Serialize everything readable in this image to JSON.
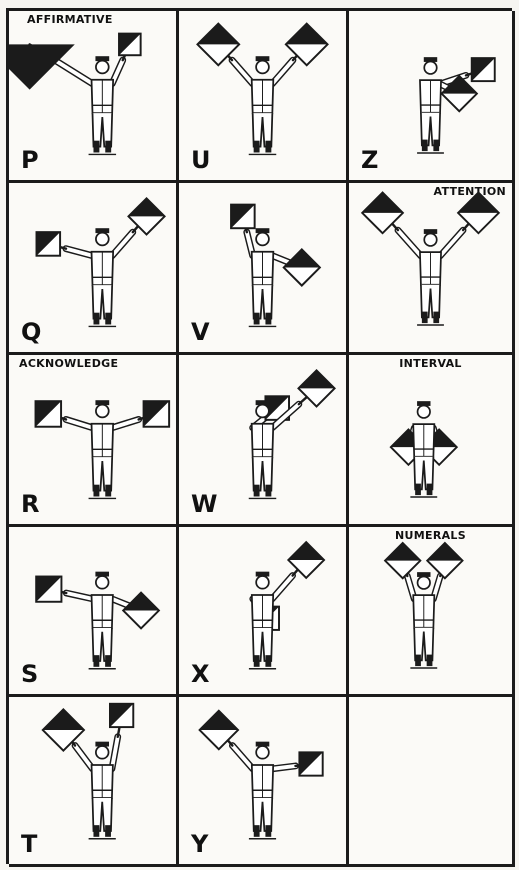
{
  "cells": [
    {
      "letter": "P",
      "caption": "AFFIRMATIVE"
    },
    {
      "letter": "U",
      "caption": ""
    },
    {
      "letter": "Z",
      "caption": ""
    },
    {
      "letter": "Q",
      "caption": ""
    },
    {
      "letter": "V",
      "caption": ""
    },
    {
      "letter": "",
      "caption": "ATTENTION"
    },
    {
      "letter": "R",
      "caption": "ACKNOWLEDGE"
    },
    {
      "letter": "W",
      "caption": ""
    },
    {
      "letter": "",
      "caption": "INTERVAL"
    },
    {
      "letter": "S",
      "caption": ""
    },
    {
      "letter": "X",
      "caption": ""
    },
    {
      "letter": "",
      "caption": "NUMERALS"
    },
    {
      "letter": "T",
      "caption": ""
    },
    {
      "letter": "Y",
      "caption": ""
    },
    {
      "letter": "",
      "caption": ""
    }
  ],
  "colors": {
    "ink": "#1b1b1b",
    "flag_dark": "#1b1b1b",
    "flag_red": "#3a3a3a",
    "paper": "#fbfaf7"
  }
}
